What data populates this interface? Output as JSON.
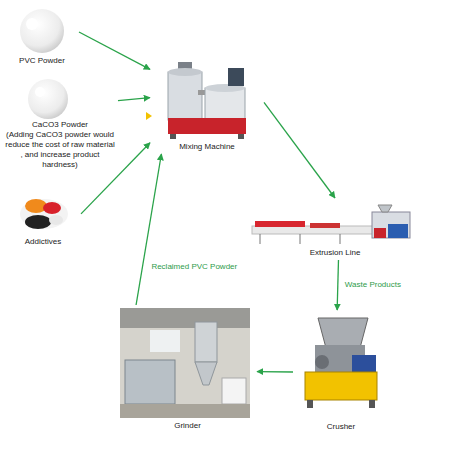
{
  "diagram": {
    "nodes": [
      {
        "text": [
          "PVC Powder"
        ]
      },
      {
        "text": [
          "CaCO3 Powder",
          "(Adding CaCO3 powder would reduce the cost of raw material , and increase product hardness)"
        ]
      },
      {
        "text": [
          "Addictives"
        ]
      },
      {
        "text": [
          "Mixing Machine"
        ]
      },
      {
        "text": [
          "Extrusion Line"
        ]
      },
      {
        "text": [
          "Crusher"
        ]
      },
      {
        "text": [
          "Grinder"
        ]
      }
    ],
    "edges": [
      {
        "from": 0,
        "to": 3,
        "arrow": "to"
      },
      {
        "from": 1,
        "to": 3,
        "arrow": "to"
      },
      {
        "from": 2,
        "to": 3,
        "arrow": "to"
      },
      {
        "from": 3,
        "to": 4,
        "arrow": "to"
      },
      {
        "from": 4,
        "to": 5,
        "label": "Waste Products",
        "arrow": "to"
      },
      {
        "from": 5,
        "to": 6,
        "arrow": "to"
      },
      {
        "from": 6,
        "to": 3,
        "label": "Reclaimed PVC Powder",
        "arrow": "to"
      }
    ]
  }
}
